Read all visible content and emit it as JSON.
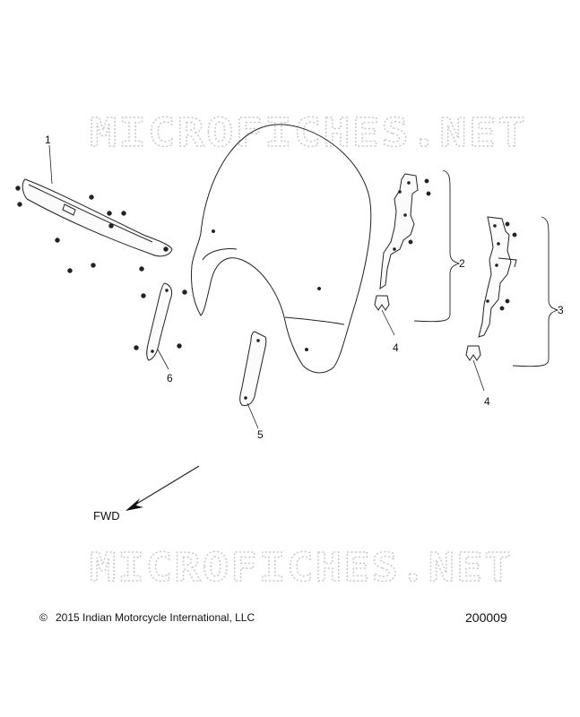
{
  "watermark": {
    "text": "MICROFICHES.NET"
  },
  "callouts": {
    "c1": "1",
    "c2": "2",
    "c3": "3",
    "c4a": "4",
    "c4b": "4",
    "c5": "5",
    "c6": "6"
  },
  "direction": {
    "label": "FWD"
  },
  "footer": {
    "copyright_symbol": "©",
    "copyright": "2015 Indian Motorcycle International, LLC",
    "diagram_id": "200009"
  }
}
